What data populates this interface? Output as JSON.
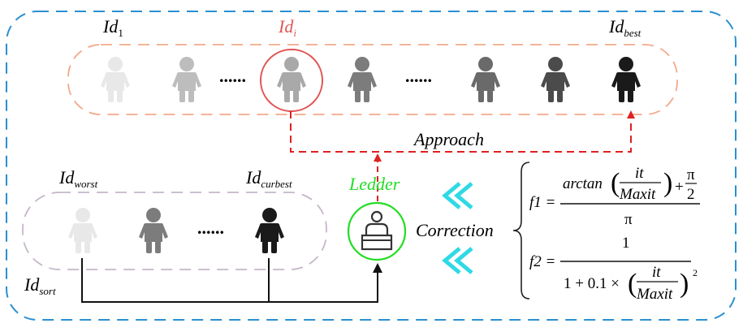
{
  "colors": {
    "frame": "#2a8fd0",
    "top_group": "#f2a98a",
    "bottom_group": "#c5b6c9",
    "highlight": "#e25555",
    "approach_arrow": "#e02020",
    "ledder": "#22dd22",
    "chevron": "#2fd9e6",
    "black": "#111111"
  },
  "top_row": {
    "figure_colors": [
      "#e8e8e8",
      "#bdbdbd",
      "#a9a9a9",
      "#7c7c7c",
      "#6a6a6a",
      "#4b4b4b",
      "#1a1a1a"
    ],
    "id_first": {
      "base": "Id",
      "sub": "1"
    },
    "id_i": {
      "base": "Id",
      "sub": "i"
    },
    "id_best": {
      "base": "Id",
      "sub": "best"
    },
    "ellipsis": "......"
  },
  "bottom_row": {
    "figure_colors": [
      "#e8e8e8",
      "#7c7c7c",
      "#1a1a1a"
    ],
    "id_worst": {
      "base": "Id",
      "sub": "worst"
    },
    "id_curbest": {
      "base": "Id",
      "sub": "curbest"
    },
    "id_sort": {
      "base": "Id",
      "sub": "sort"
    },
    "ellipsis": "......"
  },
  "labels": {
    "approach": "Approach",
    "ledder": "Ledder",
    "correction": "Correction"
  },
  "formulas": {
    "f1": {
      "lhs": "f1 =",
      "arctan": "arctan",
      "it": "it",
      "maxit": "Maxit",
      "plus": "+",
      "pi": "π",
      "two": "2",
      "denominator": "π"
    },
    "f2": {
      "lhs": "f2 =",
      "numerator": "1",
      "prefix": "1 + 0.1 ×",
      "it": "it",
      "maxit": "Maxit",
      "exponent": "2"
    }
  }
}
